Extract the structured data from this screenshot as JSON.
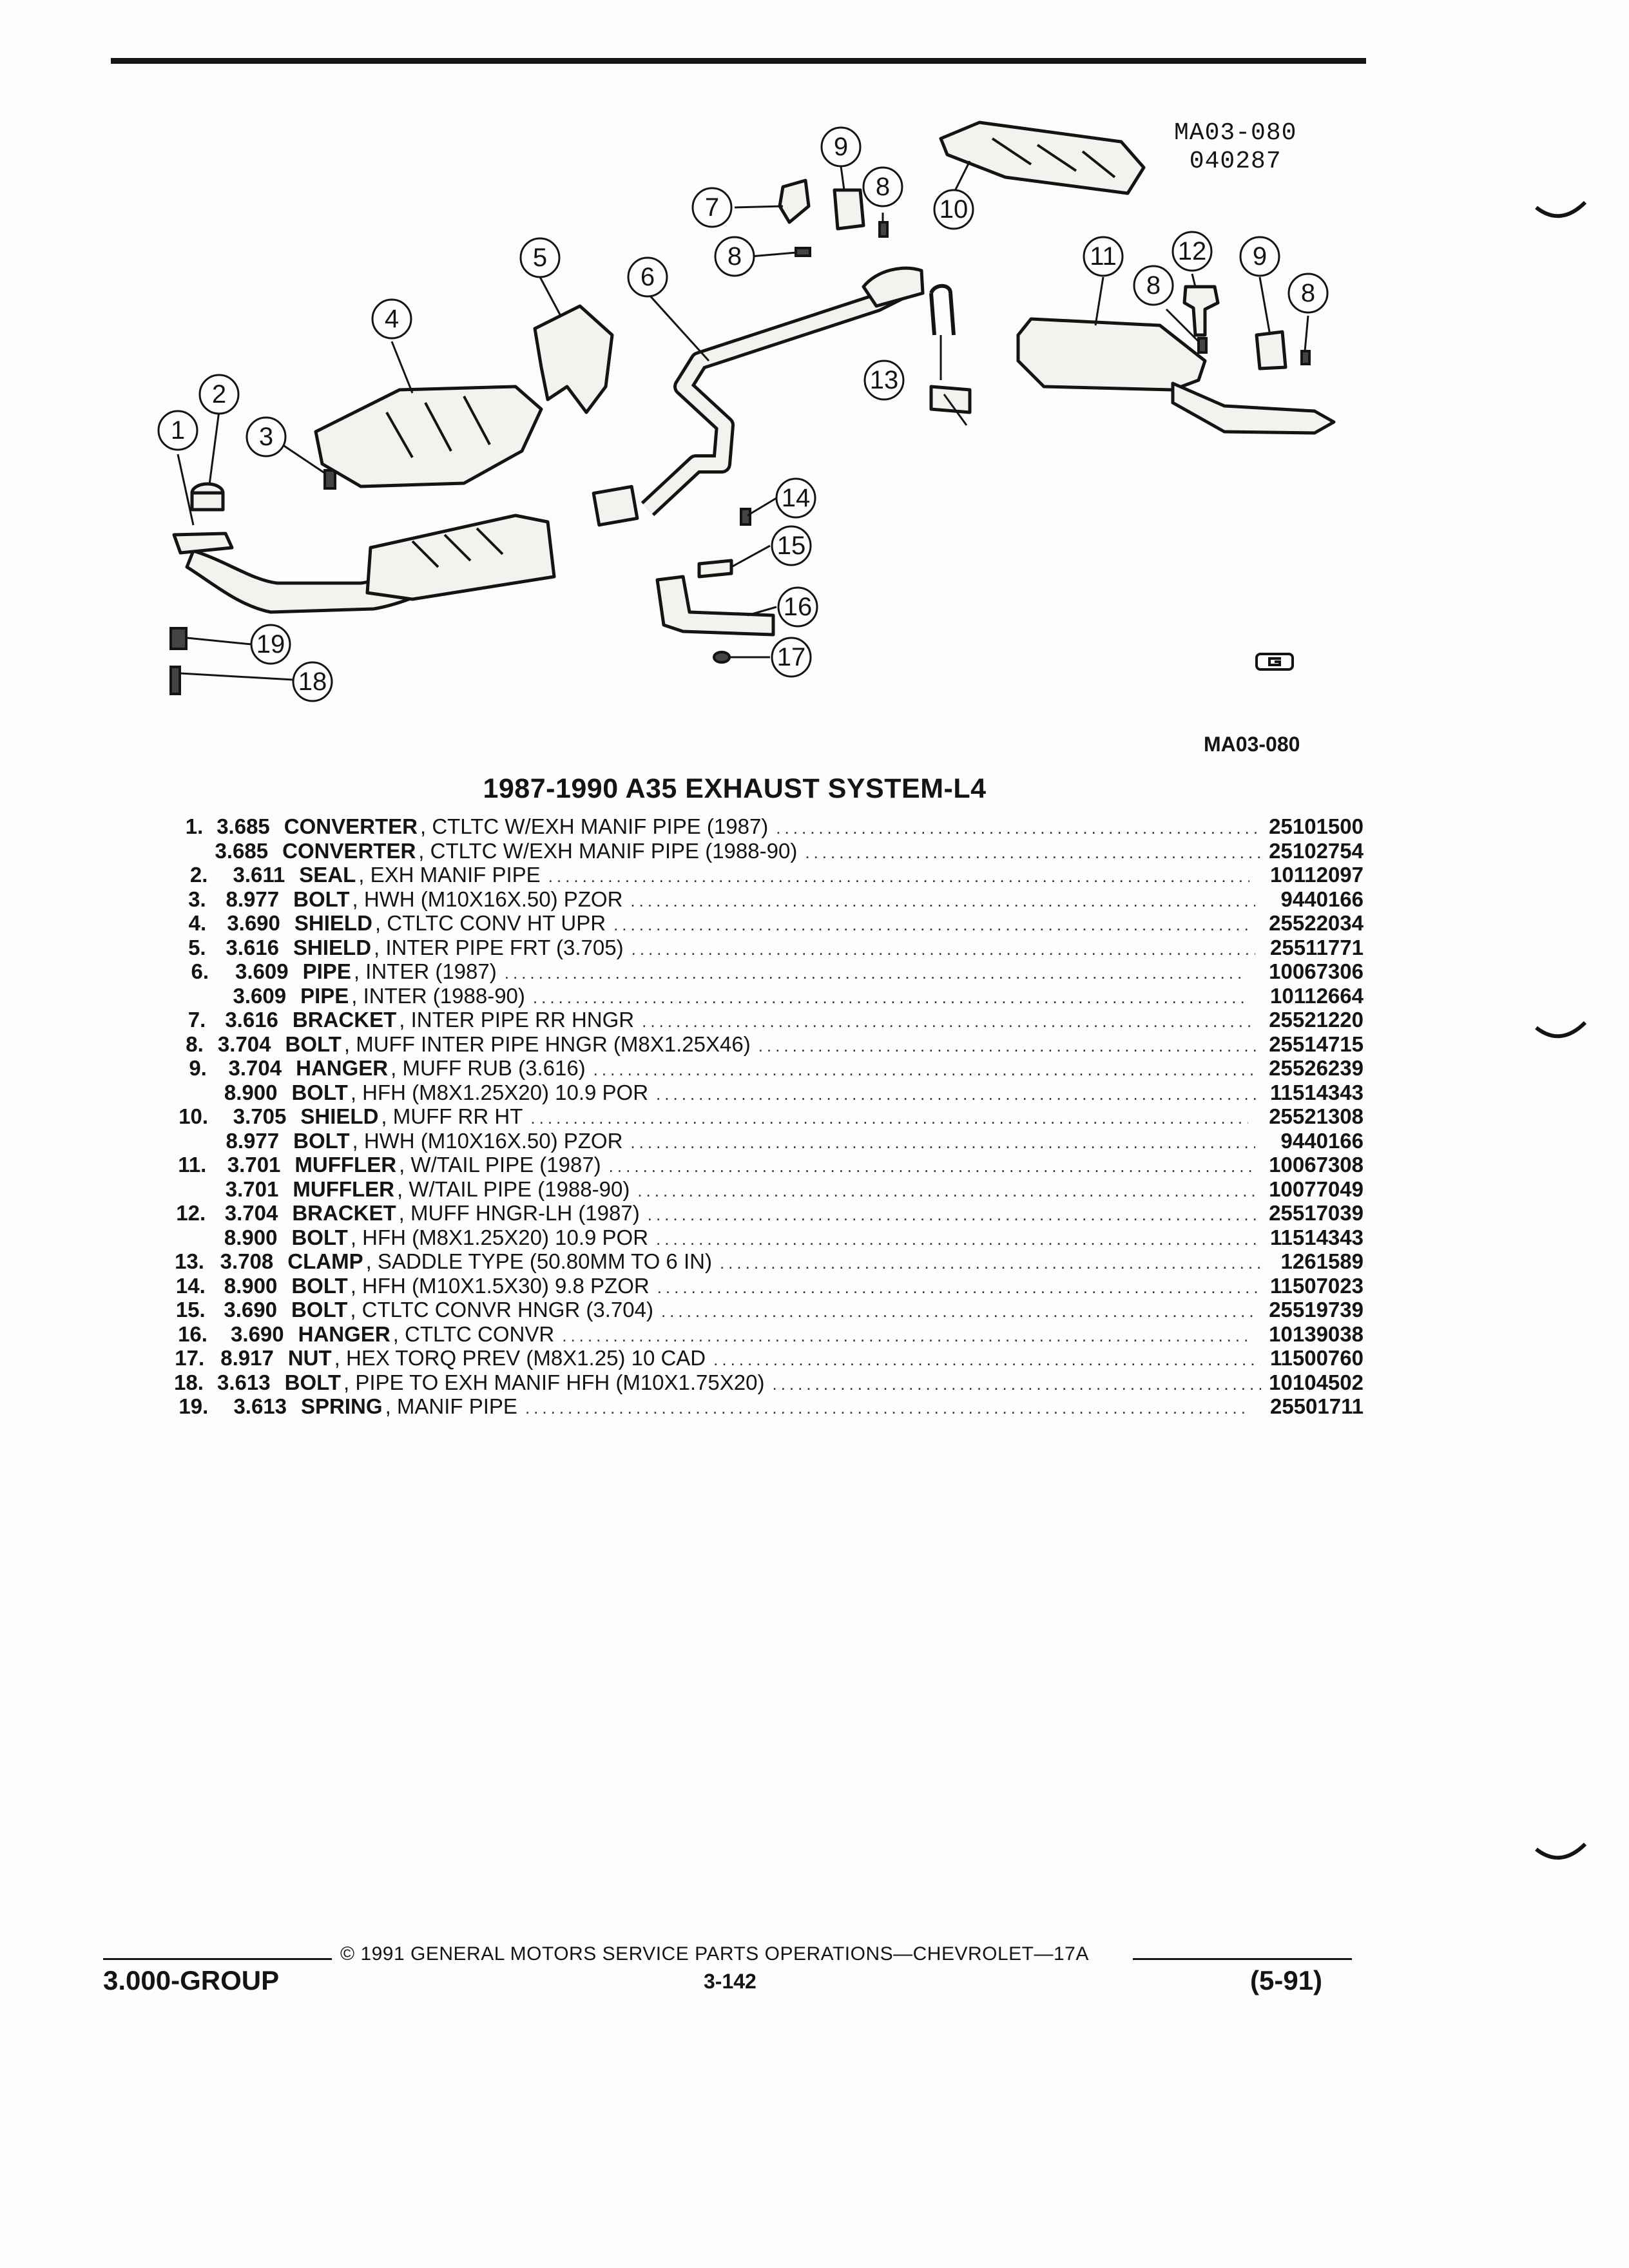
{
  "diagram": {
    "code_line1": "MA03-080",
    "code_line2": "040287",
    "code_bottom": "MA03-080",
    "callouts": [
      "1",
      "2",
      "3",
      "4",
      "5",
      "6",
      "7",
      "8",
      "9",
      "10",
      "11",
      "12",
      "13",
      "14",
      "15",
      "16",
      "17",
      "18",
      "19"
    ]
  },
  "title": "1987-1990 A35 EXHAUST SYSTEM-L4",
  "parts": [
    {
      "item": "1.",
      "group": "3.685",
      "name": "CONVERTER",
      "detail": ", CTLTC W/EXH MANIF PIPE (1987)",
      "part_no": "25101500"
    },
    {
      "item": "",
      "group": "3.685",
      "name": "CONVERTER",
      "detail": ", CTLTC W/EXH MANIF PIPE (1988-90)",
      "part_no": "25102754"
    },
    {
      "item": "2.",
      "group": "3.611",
      "name": "SEAL",
      "detail": ", EXH MANIF PIPE",
      "part_no": "10112097"
    },
    {
      "item": "3.",
      "group": "8.977",
      "name": "BOLT",
      "detail": ", HWH (M10X16X.50) PZOR",
      "part_no": "9440166"
    },
    {
      "item": "4.",
      "group": "3.690",
      "name": "SHIELD",
      "detail": ", CTLTC CONV HT UPR",
      "part_no": "25522034"
    },
    {
      "item": "5.",
      "group": "3.616",
      "name": "SHIELD",
      "detail": ", INTER PIPE FRT (3.705)",
      "part_no": "25511771"
    },
    {
      "item": "6.",
      "group": "3.609",
      "name": "PIPE",
      "detail": ", INTER (1987)",
      "part_no": "10067306"
    },
    {
      "item": "",
      "group": "3.609",
      "name": "PIPE",
      "detail": ", INTER (1988-90)",
      "part_no": "10112664"
    },
    {
      "item": "7.",
      "group": "3.616",
      "name": "BRACKET",
      "detail": ", INTER PIPE RR HNGR",
      "part_no": "25521220"
    },
    {
      "item": "8.",
      "group": "3.704",
      "name": "BOLT",
      "detail": ", MUFF INTER PIPE HNGR (M8X1.25X46)",
      "part_no": "25514715"
    },
    {
      "item": "9.",
      "group": "3.704",
      "name": "HANGER",
      "detail": ", MUFF RUB (3.616)",
      "part_no": "25526239"
    },
    {
      "item": "",
      "group": "8.900",
      "name": "BOLT",
      "detail": ", HFH (M8X1.25X20) 10.9 POR",
      "part_no": "11514343"
    },
    {
      "item": "10.",
      "group": "3.705",
      "name": "SHIELD",
      "detail": ", MUFF RR HT",
      "part_no": "25521308"
    },
    {
      "item": "",
      "group": "8.977",
      "name": "BOLT",
      "detail": ", HWH (M10X16X.50) PZOR",
      "part_no": "9440166"
    },
    {
      "item": "11.",
      "group": "3.701",
      "name": "MUFFLER",
      "detail": ", W/TAIL PIPE (1987)",
      "part_no": "10067308"
    },
    {
      "item": "",
      "group": "3.701",
      "name": "MUFFLER",
      "detail": ", W/TAIL PIPE (1988-90)",
      "part_no": "10077049"
    },
    {
      "item": "12.",
      "group": "3.704",
      "name": "BRACKET",
      "detail": ", MUFF HNGR-LH (1987)",
      "part_no": "25517039"
    },
    {
      "item": "",
      "group": "8.900",
      "name": "BOLT",
      "detail": ", HFH (M8X1.25X20) 10.9 POR",
      "part_no": "11514343"
    },
    {
      "item": "13.",
      "group": "3.708",
      "name": "CLAMP",
      "detail": ", SADDLE TYPE (50.80MM TO 6 IN)",
      "part_no": "1261589"
    },
    {
      "item": "14.",
      "group": "8.900",
      "name": "BOLT",
      "detail": ", HFH (M10X1.5X30) 9.8 PZOR",
      "part_no": "11507023"
    },
    {
      "item": "15.",
      "group": "3.690",
      "name": "BOLT",
      "detail": ", CTLTC CONVR HNGR (3.704)",
      "part_no": "25519739"
    },
    {
      "item": "16.",
      "group": "3.690",
      "name": "HANGER",
      "detail": ", CTLTC CONVR",
      "part_no": "10139038"
    },
    {
      "item": "17.",
      "group": "8.917",
      "name": "NUT",
      "detail": ", HEX TORQ PREV (M8X1.25) 10 CAD",
      "part_no": "11500760"
    },
    {
      "item": "18.",
      "group": "3.613",
      "name": "BOLT",
      "detail": ", PIPE TO EXH MANIF HFH (M10X1.75X20)",
      "part_no": "10104502"
    },
    {
      "item": "19.",
      "group": "3.613",
      "name": "SPRING",
      "detail": ", MANIF PIPE",
      "part_no": "25501711"
    }
  ],
  "footer": {
    "copyright": "© 1991 GENERAL MOTORS SERVICE PARTS OPERATIONS—CHEVROLET—17A",
    "group": "3.000-GROUP",
    "page": "3-142",
    "date": "(5-91)"
  }
}
